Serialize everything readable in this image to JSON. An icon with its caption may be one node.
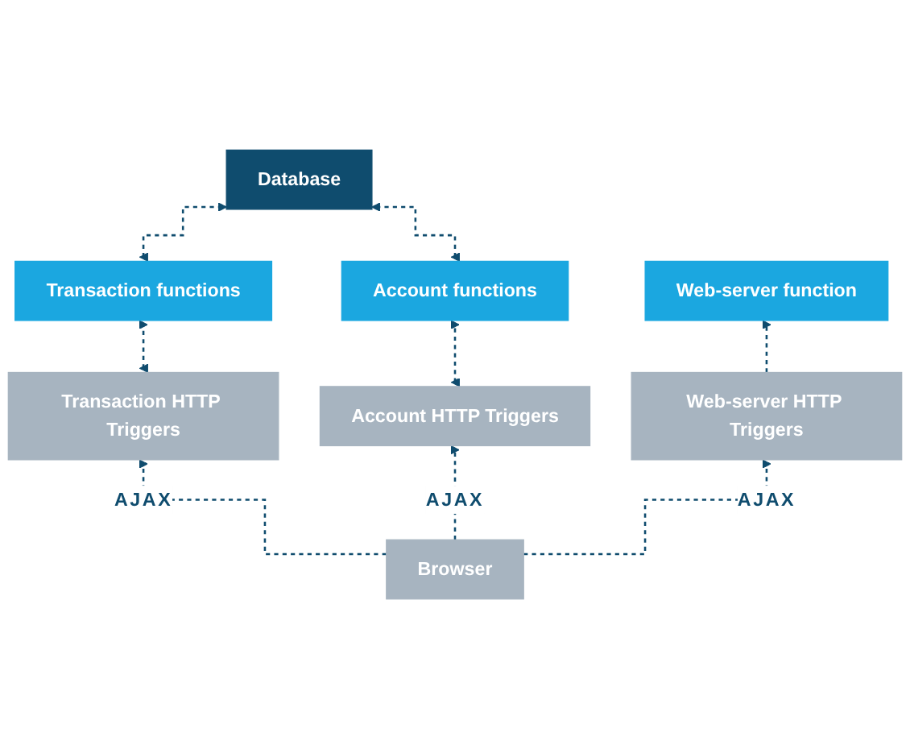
{
  "diagram": {
    "nodes": [
      {
        "text": [
          "Database"
        ]
      },
      {
        "text": [
          "Transaction functions"
        ]
      },
      {
        "text": [
          "Account functions"
        ]
      },
      {
        "text": [
          "Web-server function"
        ]
      },
      {
        "text": [
          "Transaction HTTP Triggers"
        ]
      },
      {
        "text": [
          "Account HTTP Triggers"
        ]
      },
      {
        "text": [
          "Web-server HTTP Triggers"
        ]
      },
      {
        "text": [
          "Browser"
        ]
      }
    ],
    "edges": [
      {
        "from": 1,
        "to": 0,
        "arrow": "both",
        "style": "dashed"
      },
      {
        "from": 2,
        "to": 0,
        "arrow": "both",
        "style": "dashed"
      },
      {
        "from": 4,
        "to": 1,
        "arrow": "both",
        "style": "dashed"
      },
      {
        "from": 5,
        "to": 2,
        "arrow": "both",
        "style": "dashed"
      },
      {
        "from": 6,
        "to": 3,
        "arrow": "to",
        "style": "dashed"
      },
      {
        "from": 7,
        "to": 4,
        "arrow": "to",
        "style": "dashed",
        "label": "AJAX"
      },
      {
        "from": 7,
        "to": 5,
        "arrow": "to",
        "style": "dashed",
        "label": "AJAX"
      },
      {
        "from": 7,
        "to": 6,
        "arrow": "to",
        "style": "dashed",
        "label": "AJAX"
      }
    ]
  }
}
